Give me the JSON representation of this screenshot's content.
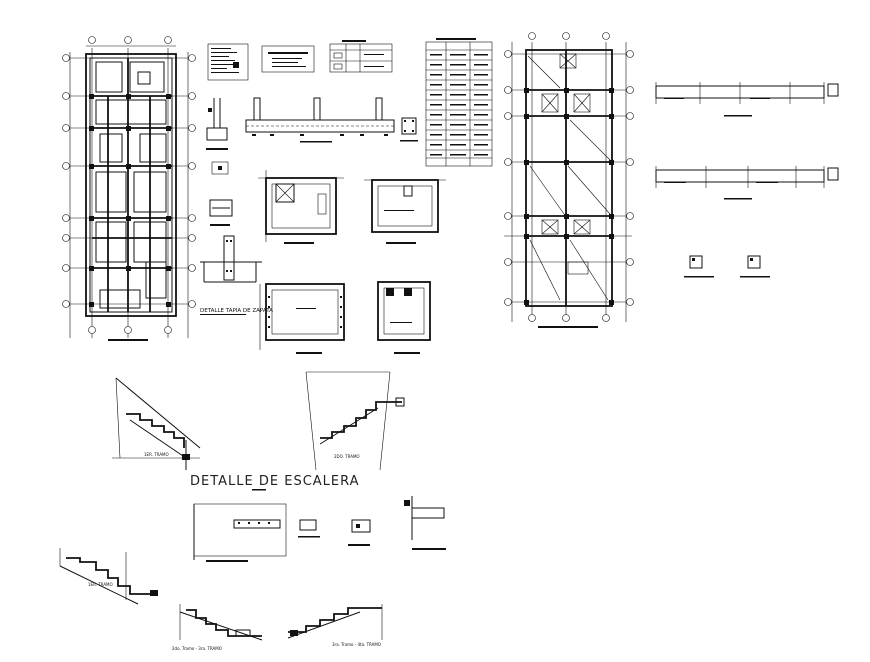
{
  "drawing": {
    "main_title": "DETALLE DE ESCALERA",
    "wall_detail_label": "DETALLE TAPIA DE ZAPATA",
    "stair_labels": [
      "1ER. TRAMO",
      "2DO. TRAMO",
      "1ER. TRAMO",
      "2do. Tramo - 3ra. TRAMO",
      "3ra. Tramo - 4ta. TRAMO"
    ]
  },
  "colors": {
    "ink": "#111111",
    "background": "#ffffff"
  }
}
